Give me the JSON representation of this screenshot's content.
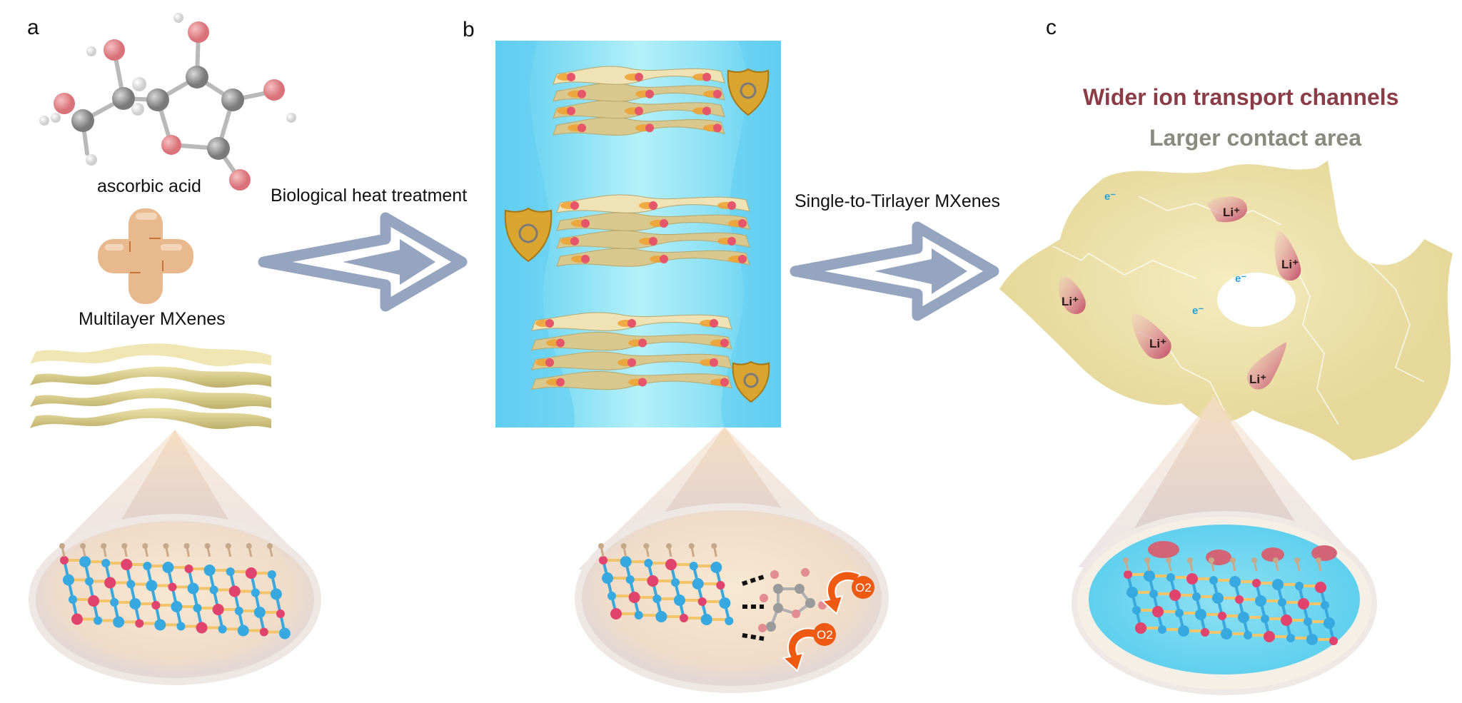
{
  "figure": {
    "panels": [
      {
        "label": "a",
        "molecule_caption": "ascorbic acid",
        "material_caption": "Multilayer MXenes",
        "icons": [
          "ascorbic-acid-molecule",
          "plus-icon",
          "multilayer-sheets",
          "zoom-cone",
          "atomic-lattice-lens"
        ]
      },
      {
        "label": "b",
        "icons": [
          "blue-background-panel",
          "mxene-sheet-stack",
          "antioxidant-shield",
          "zoom-cone",
          "lattice-with-ascorbic-binding-lens",
          "o2-deflect-arrow"
        ],
        "o2_badges": [
          "O2",
          "O2"
        ]
      },
      {
        "label": "c",
        "headline_1": "Wider ion transport channels",
        "headline_2": "Larger contact area",
        "li_labels": [
          "Li⁺",
          "Li⁺",
          "Li⁺",
          "Li⁺",
          "Li⁺"
        ],
        "electron_labels": [
          "e⁻",
          "e⁻",
          "e⁻"
        ],
        "icons": [
          "crumpled-mxene-sheets",
          "lithium-ion-droplet",
          "zoom-cone",
          "lattice-in-electrolyte-lens"
        ]
      }
    ],
    "arrows": [
      {
        "label": "Biological heat treatment",
        "icon": "double-chevron-arrow"
      },
      {
        "label": "Single-to-Tirlayer MXenes",
        "icon": "double-chevron-arrow"
      }
    ],
    "colors": {
      "arrow": "#95a5bf",
      "sheet": "#e8dca0",
      "blue_panel": "#5ccbf0",
      "title_red": "#8a3d47",
      "title_grey": "#8a8a7e",
      "lithium": "#c8566a",
      "electron": "#2aa0d8",
      "oxygen_badge": "#ee5a12"
    }
  }
}
